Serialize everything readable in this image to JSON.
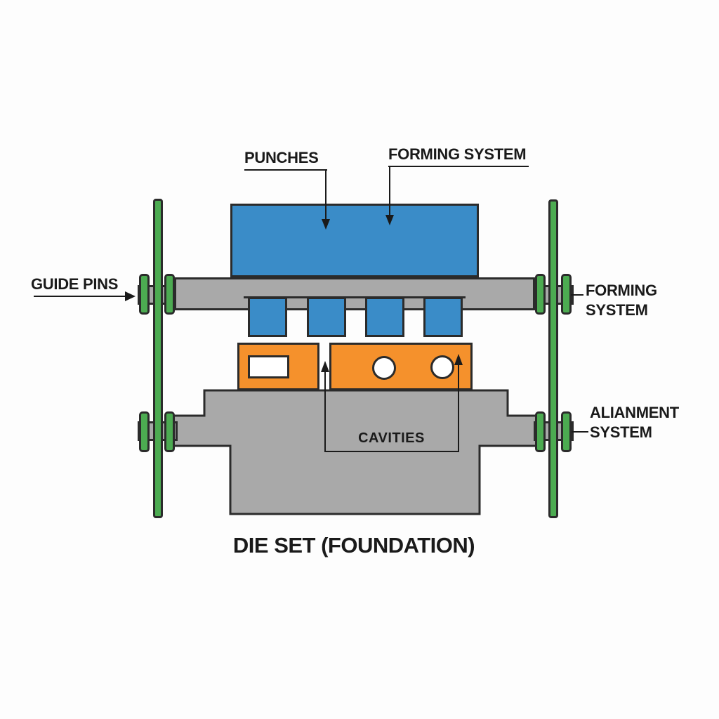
{
  "diagram": {
    "title": "DIE SET (FOUNDATION)",
    "labels": {
      "punches": "PUNCHES",
      "forming_system_top": "FORMING SYSTEM",
      "guide_pins": "GUIDE PINS",
      "forming_system_right": {
        "line1": "FORMING",
        "line2": "SYSTEM"
      },
      "alignment_system": {
        "line1": "ALIANMENT",
        "line2": "SYSTEM"
      },
      "cavities": "CAVITIES"
    },
    "colors": {
      "punch_blue": "#3a8cc8",
      "die_orange": "#f5912c",
      "pin_green": "#4cab51",
      "plate_gray": "#a9a9a9",
      "outline_dark": "#2b2b2b",
      "ink": "#1a1a1a",
      "bg": "#fdfdfd",
      "cavity_white": "#ffffff"
    }
  }
}
